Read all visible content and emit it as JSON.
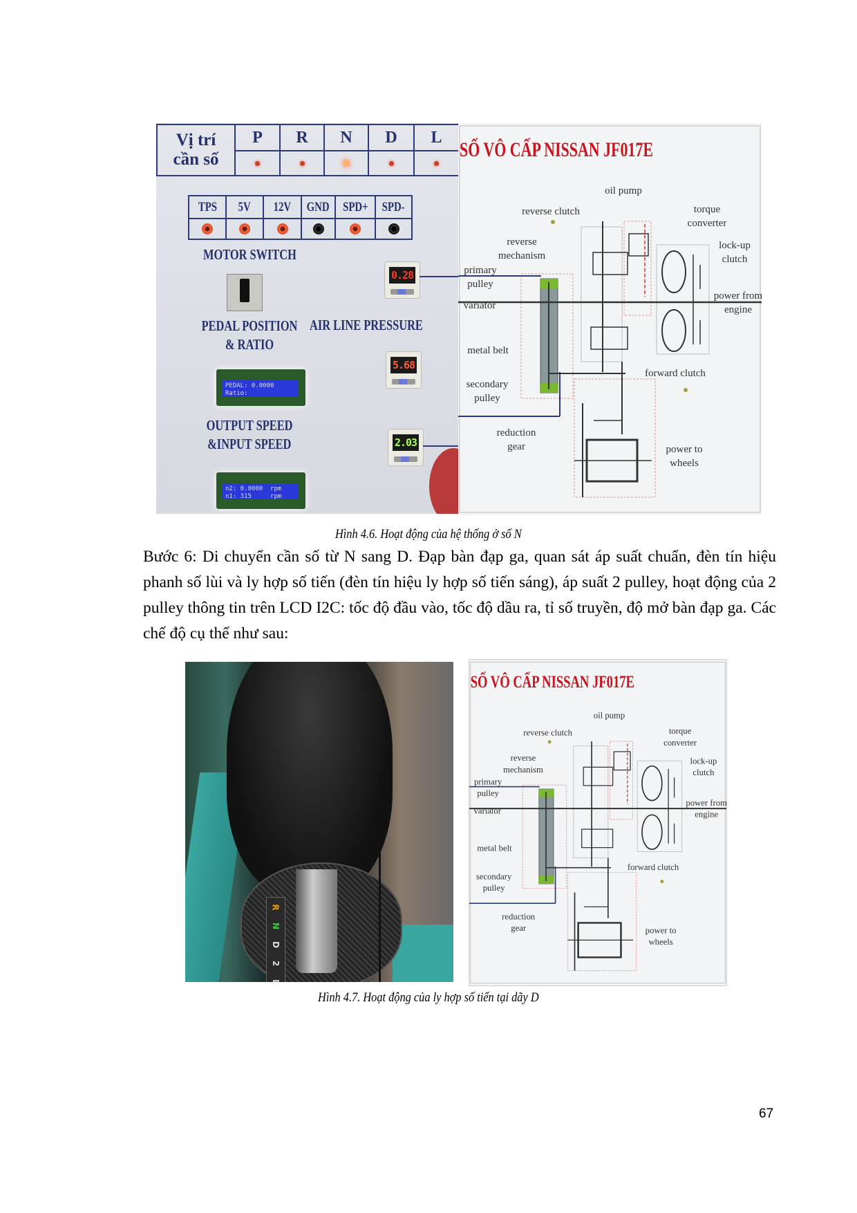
{
  "figure_4_6": {
    "caption": "Hình 4.6. Hoạt động của hệ thống ở số N",
    "panel": {
      "gear_label_line1": "Vị trí",
      "gear_label_line2": "cần số",
      "gears": [
        "P",
        "R",
        "N",
        "D",
        "L"
      ],
      "active_gear": "N",
      "connectors": [
        {
          "label": "TPS",
          "color": "red"
        },
        {
          "label": "5V",
          "color": "red"
        },
        {
          "label": "12V",
          "color": "red"
        },
        {
          "label": "GND",
          "color": "black"
        },
        {
          "label": "SPD+",
          "color": "red"
        },
        {
          "label": "SPD-",
          "color": "black"
        }
      ],
      "motor_switch": "MOTOR SWITCH",
      "pedal_line1": "PEDAL POSITION",
      "pedal_line2": "& RATIO",
      "air_line": "AIR LINE PRESSURE",
      "output_line1": "OUTPUT SPEED",
      "output_line2": "&INPUT SPEED",
      "lcd1": "PEDAL: 0.0000\nRatio:",
      "lcd2": "n2: 0.0000  rpm\nn1: 315     rpm",
      "gauge1": "0.28",
      "gauge2": "5.68",
      "gauge3": "2.03",
      "gauge1_color": "#ff3a20",
      "gauge2_color": "#ff5a30",
      "gauge3_color": "#a8ff50"
    }
  },
  "diagram": {
    "title": "SỐ VÔ CẤP NISSAN JF017E",
    "title_color": "#c8141e",
    "labels": {
      "oil_pump": [
        "oil pump"
      ],
      "reverse_clutch": [
        "reverse clutch"
      ],
      "torque_converter": [
        "torque",
        "converter"
      ],
      "reverse_mechanism": [
        "reverse",
        "mechanism"
      ],
      "lockup_clutch": [
        "lock-up",
        "clutch"
      ],
      "primary_pulley": [
        "primary",
        "pulley"
      ],
      "power_from_engine": [
        "power from",
        "engine"
      ],
      "variator": [
        "variator"
      ],
      "metal_belt": [
        "metal belt"
      ],
      "forward_clutch": [
        "forward clutch"
      ],
      "secondary_pulley": [
        "secondary",
        "pulley"
      ],
      "reduction_gear": [
        "reduction",
        "gear"
      ],
      "power_to_wheels": [
        "power to",
        "wheels"
      ]
    }
  },
  "body": {
    "paragraph": "Bước 6: Di chuyển cần số từ N sang D. Đạp bàn đạp ga, quan sát áp suất chuẩn, đèn tín hiệu phanh số lùi và ly hợp số tiến (đèn tín hiệu ly hợp số tiến sáng), áp suất 2 pulley, hoạt động của 2 pulley thông tin trên LCD I2C: tốc độ đầu vào, tốc độ dầu ra, tỉ số truyền, độ mở bàn đạp ga. Các chế độ cụ thể như sau:"
  },
  "figure_4_7": {
    "caption": "Hình 4.7. Hoạt động của ly hợp số tiến tại dãy D",
    "shifter_letters": [
      "R",
      "N",
      "D",
      "2",
      "L"
    ]
  },
  "page_number": "67"
}
